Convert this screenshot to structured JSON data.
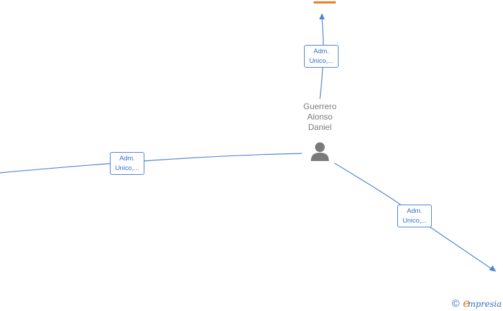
{
  "person": {
    "name_lines": [
      "Guerrero",
      "Alonso",
      "Daniel"
    ]
  },
  "relations": [
    {
      "line1": "Adm.",
      "line2": "Unico,..."
    },
    {
      "line1": "Adm.",
      "line2": "Unico,..."
    },
    {
      "line1": "Adm.",
      "line2": "Unico,..."
    }
  ],
  "footer": {
    "copyright_symbol": "©",
    "brand_first": "e",
    "brand_rest": "mpresia"
  },
  "colors": {
    "edge": "#4a86d4",
    "company": "#f07a22",
    "person": "#7a7a7a"
  },
  "icons": {
    "person": "person-icon",
    "company": "building-icon"
  }
}
